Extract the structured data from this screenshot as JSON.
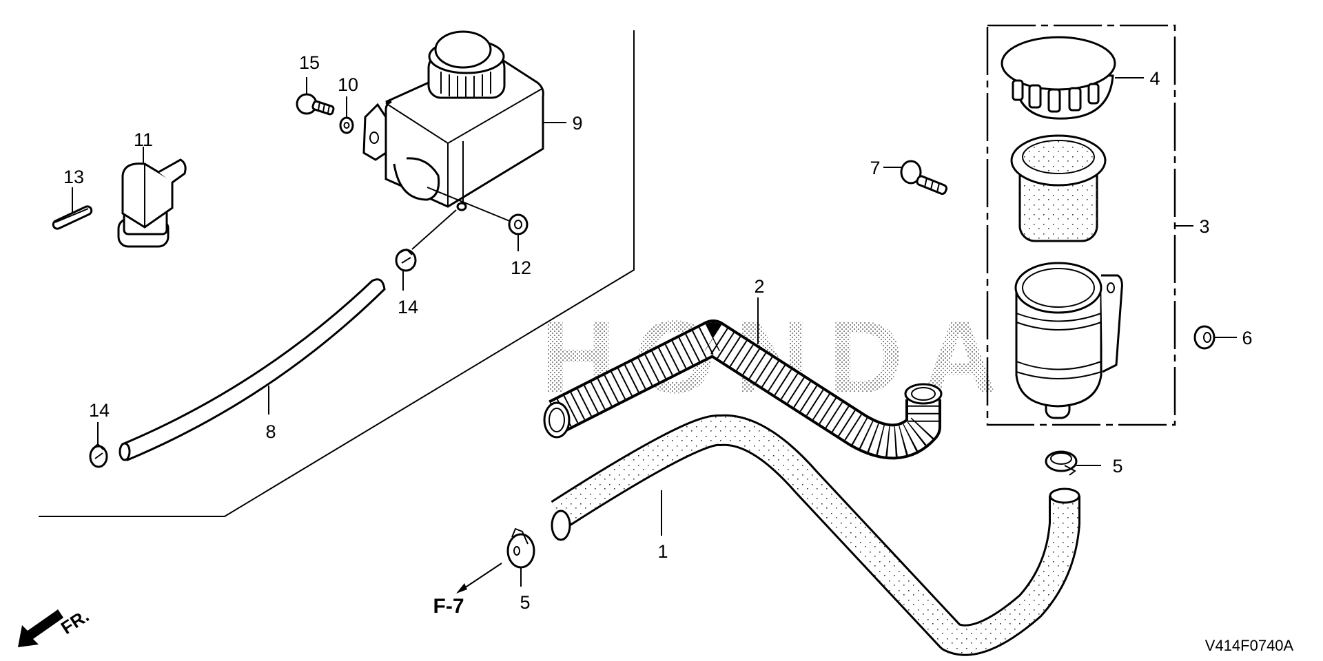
{
  "diagram": {
    "title": "Parts diagram - reservoir, hoses and clamps",
    "diagram_code": "V414F0740A",
    "watermark": "HONDA",
    "reference": {
      "label": "F-7"
    },
    "direction_indicator": {
      "label": "FR."
    },
    "callouts": [
      {
        "number": "1",
        "part": "hose"
      },
      {
        "number": "2",
        "part": "corrugated hose"
      },
      {
        "number": "3",
        "part": "reservoir assembly"
      },
      {
        "number": "4",
        "part": "reservoir cap"
      },
      {
        "number": "5",
        "part": "hose clamp"
      },
      {
        "number": "5",
        "part": "hose clamp"
      },
      {
        "number": "6",
        "part": "nut"
      },
      {
        "number": "7",
        "part": "flange bolt"
      },
      {
        "number": "8",
        "part": "tube"
      },
      {
        "number": "9",
        "part": "tank"
      },
      {
        "number": "10",
        "part": "washer"
      },
      {
        "number": "11",
        "part": "elbow joint"
      },
      {
        "number": "12",
        "part": "nut"
      },
      {
        "number": "13",
        "part": "cotter pin"
      },
      {
        "number": "14",
        "part": "tube clip"
      },
      {
        "number": "14",
        "part": "tube clip"
      },
      {
        "number": "15",
        "part": "flange bolt"
      }
    ]
  }
}
